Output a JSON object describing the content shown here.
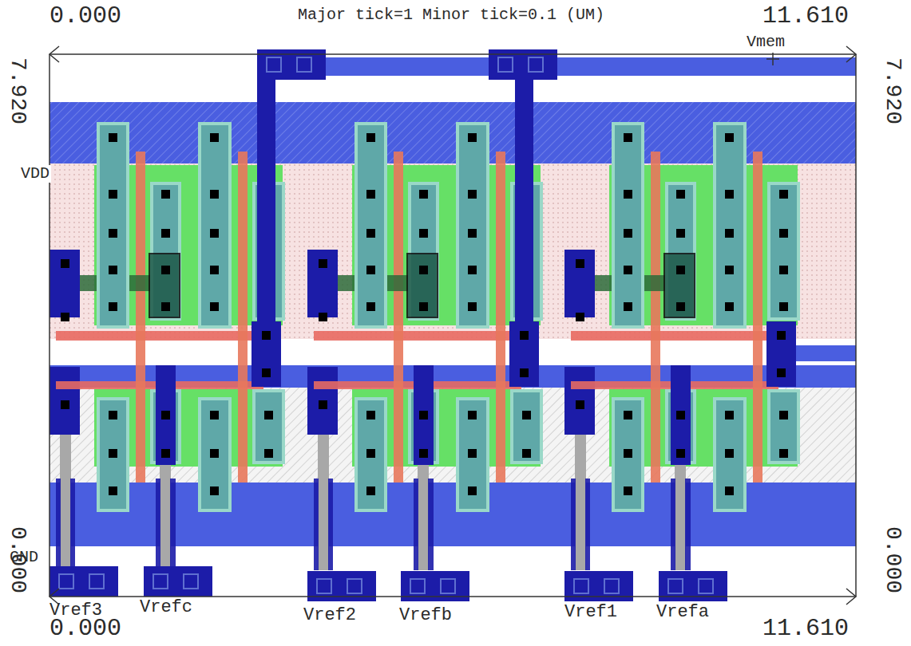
{
  "diagram": {
    "labels": [
      "0.000",
      "Major tick=1 Minor tick=0.1 (UM)",
      "11.610",
      "Vmem",
      "7.920",
      "7.920",
      "VDD",
      "GND",
      "0.000",
      "0.000",
      "Vref3",
      "Vrefc",
      "Vref2",
      "Vrefb",
      "Vref1",
      "Vrefa",
      "0.000",
      "11.610"
    ]
  }
}
